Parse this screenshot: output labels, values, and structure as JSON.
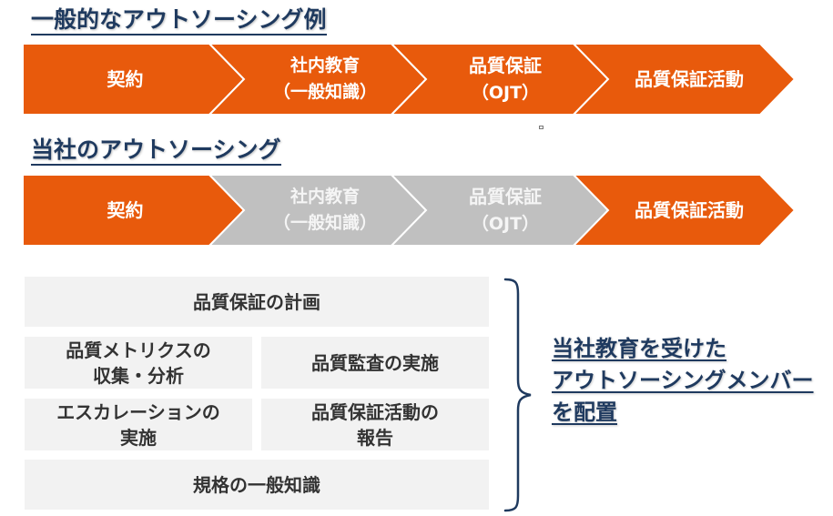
{
  "sections": [
    {
      "title": "一般的なアウトソーシング例",
      "steps": [
        {
          "line1": "契約",
          "line2": ""
        },
        {
          "line1": "社内教育",
          "line2": "（一般知識）"
        },
        {
          "line1": "品質保証",
          "line2": "（OJT）"
        },
        {
          "line1": "品質保証活動",
          "line2": ""
        }
      ],
      "step_states": [
        "active",
        "active",
        "active",
        "active"
      ]
    },
    {
      "title": "当社のアウトソーシング",
      "steps": [
        {
          "line1": "契約",
          "line2": ""
        },
        {
          "line1": "社内教育",
          "line2": "（一般知識）"
        },
        {
          "line1": "品質保証",
          "line2": "（OJT）"
        },
        {
          "line1": "品質保証活動",
          "line2": ""
        }
      ],
      "step_states": [
        "active",
        "inactive",
        "inactive",
        "active"
      ]
    }
  ],
  "colors": {
    "active": "#e85a0c",
    "inactive": "#c0c0c0",
    "active_text": "#ffffff",
    "inactive_text": "#f5f5f5",
    "title": "#1f3a5f",
    "box_bg": "#f2f2f2",
    "box_text": "#333333"
  },
  "activities": {
    "plan": "品質保証の計画",
    "metrics_line1": "品質メトリクスの",
    "metrics_line2": "収集・分析",
    "audit": "品質監査の実施",
    "escalation_line1": "エスカレーションの",
    "escalation_line2": "実施",
    "report_line1": "品質保証活動の",
    "report_line2": "報告",
    "standards": "規格の一般知識"
  },
  "conclusion": {
    "line1": "当社教育を受けた",
    "line2": "アウトソーシングメンバー",
    "line3": "を配置"
  }
}
